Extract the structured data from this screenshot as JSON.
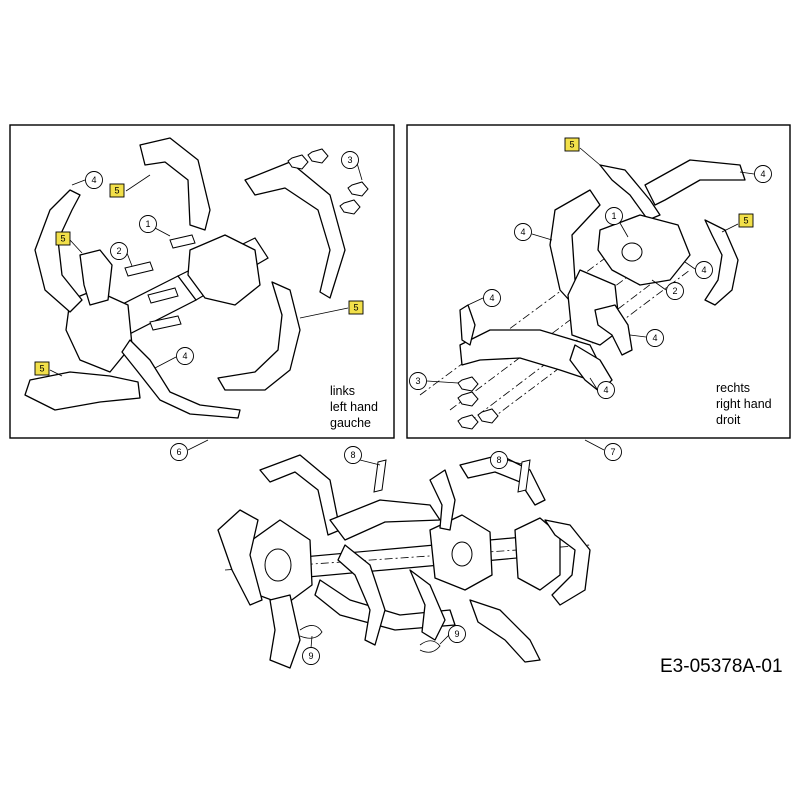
{
  "callouts": {
    "l_4a": "4",
    "l_5a": "5",
    "l_5b": "5",
    "l_1": "1",
    "l_2": "2",
    "l_3": "3",
    "l_5c": "5",
    "l_4b": "4",
    "l_5d": "5",
    "r_5a": "5",
    "r_4a": "4",
    "r_5b": "5",
    "r_1": "1",
    "r_4b": "4",
    "r_4c": "4",
    "r_2": "2",
    "r_4d": "4",
    "r_4e": "4",
    "r_3": "3",
    "r_4f": "4",
    "a_6": "6",
    "a_7": "7",
    "a_8a": "8",
    "a_8b": "8",
    "a_9a": "9",
    "a_9b": "9"
  },
  "left_panel": {
    "label_lines": [
      "links",
      "left hand",
      "gauche"
    ]
  },
  "right_panel": {
    "label_lines": [
      "rechts",
      "right hand",
      "droit"
    ]
  },
  "reference_code": "E3-05378A-01",
  "colors": {
    "highlight_callout": "#f2e04a",
    "line": "#000000"
  }
}
